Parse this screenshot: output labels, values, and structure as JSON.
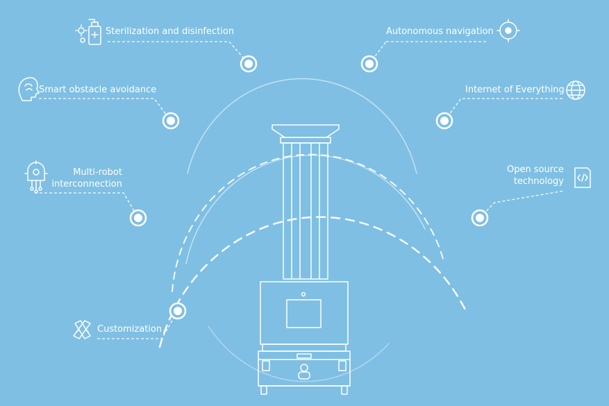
{
  "colors": {
    "background": "#7fbfe3",
    "line": "#ffffff",
    "node_fill": "#7fbfe3"
  },
  "features": [
    {
      "id": "sterilization",
      "label": "Sterilization and disinfection",
      "icon": "spray-bottle-icon"
    },
    {
      "id": "navigation",
      "label": "Autonomous navigation",
      "icon": "crosshair-icon"
    },
    {
      "id": "obstacle",
      "label": "Smart obstacle avoidance",
      "icon": "head-brain-icon"
    },
    {
      "id": "iot",
      "label": "Internet of Everything",
      "icon": "globe-icon"
    },
    {
      "id": "multirobot",
      "label_line1": "Multi-robot",
      "label_line2": "interconnection",
      "icon": "circuit-chip-icon"
    },
    {
      "id": "opensource",
      "label_line1": "Open source",
      "label_line2": "technology",
      "icon": "code-document-icon"
    },
    {
      "id": "customization",
      "label": "Customization",
      "icon": "pencil-ruler-icon"
    }
  ],
  "robot": {
    "icon": "disinfection-robot-icon"
  }
}
